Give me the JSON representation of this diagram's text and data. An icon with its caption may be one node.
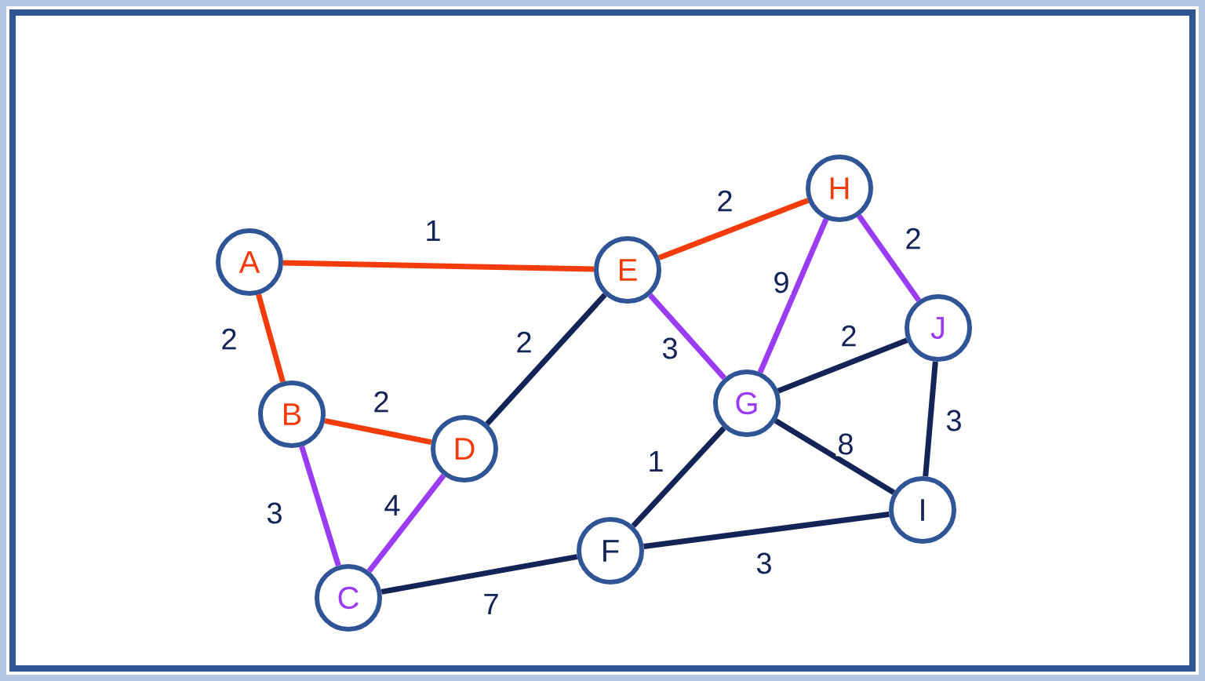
{
  "diagram": {
    "nodes": [
      {
        "text": [
          "A"
        ]
      },
      {
        "text": [
          "B"
        ]
      },
      {
        "text": [
          "C"
        ]
      },
      {
        "text": [
          "D"
        ]
      },
      {
        "text": [
          "E"
        ]
      },
      {
        "text": [
          "F"
        ]
      },
      {
        "text": [
          "G"
        ]
      },
      {
        "text": [
          "H"
        ]
      },
      {
        "text": [
          "I"
        ]
      },
      {
        "text": [
          "J"
        ]
      }
    ],
    "edges": [
      {
        "from": 0,
        "to": 4,
        "arrow": "none",
        "label": "1",
        "color": "#f23c0c"
      },
      {
        "from": 0,
        "to": 1,
        "arrow": "none",
        "label": "2",
        "color": "#f23c0c"
      },
      {
        "from": 1,
        "to": 3,
        "arrow": "none",
        "label": "2",
        "color": "#f23c0c"
      },
      {
        "from": 4,
        "to": 7,
        "arrow": "none",
        "label": "2",
        "color": "#f23c0c"
      },
      {
        "from": 1,
        "to": 2,
        "arrow": "none",
        "label": "3",
        "color": "#9b3cf5"
      },
      {
        "from": 2,
        "to": 3,
        "arrow": "none",
        "label": "4",
        "color": "#9b3cf5"
      },
      {
        "from": 4,
        "to": 6,
        "arrow": "none",
        "label": "3",
        "color": "#9b3cf5"
      },
      {
        "from": 6,
        "to": 7,
        "arrow": "none",
        "label": "9",
        "color": "#9b3cf5"
      },
      {
        "from": 7,
        "to": 9,
        "arrow": "none",
        "label": "2",
        "color": "#9b3cf5"
      },
      {
        "from": 3,
        "to": 4,
        "arrow": "none",
        "label": "2"
      },
      {
        "from": 2,
        "to": 5,
        "arrow": "none",
        "label": "7"
      },
      {
        "from": 5,
        "to": 6,
        "arrow": "none",
        "label": "1"
      },
      {
        "from": 6,
        "to": 9,
        "arrow": "none",
        "label": "2"
      },
      {
        "from": 6,
        "to": 8,
        "arrow": "none",
        "label": "8"
      },
      {
        "from": 5,
        "to": 8,
        "arrow": "none",
        "label": "3"
      },
      {
        "from": 9,
        "to": 8,
        "arrow": "none",
        "label": "3"
      }
    ]
  }
}
